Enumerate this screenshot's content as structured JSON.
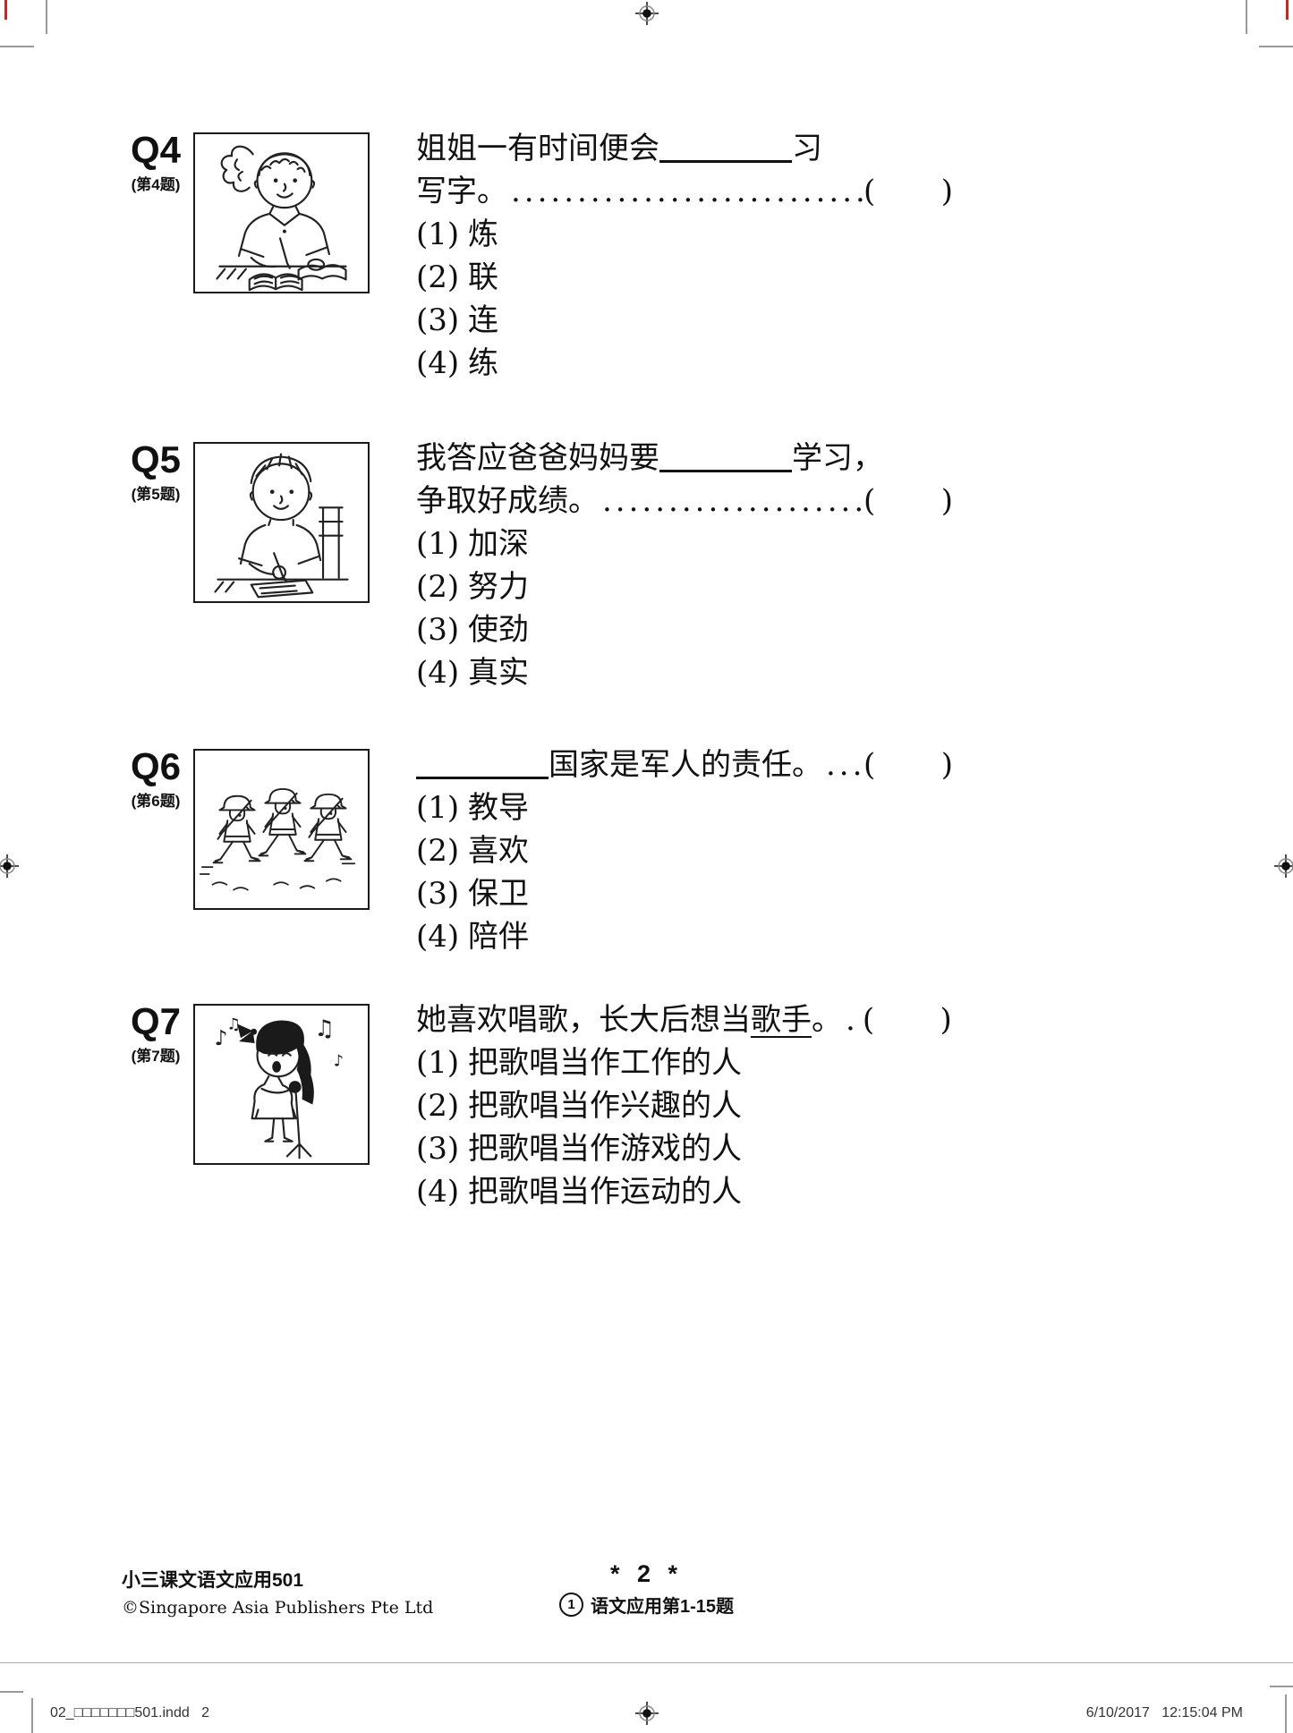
{
  "answer_bracket": {
    "open": "(",
    "close": ")"
  },
  "questions": {
    "q4": {
      "label": "Q4",
      "sub": "(第4题)",
      "alt": "girl with ponytail writing in open books at a desk",
      "line1_pre": "姐姐一有时间便会",
      "line1_post": "习",
      "line2": "写字。",
      "dots": "..........................................................",
      "options": [
        {
          "num": "(1)",
          "text": "炼"
        },
        {
          "num": "(2)",
          "text": "联"
        },
        {
          "num": "(3)",
          "text": "连"
        },
        {
          "num": "(4)",
          "text": "练"
        }
      ]
    },
    "q5": {
      "label": "Q5",
      "sub": "(第5题)",
      "alt": "boy sitting on a chair writing on paper at a desk",
      "line1_pre": "我答应爸爸妈妈要",
      "line1_post": "学习，",
      "line2": "争取好成绩。",
      "dots": "........................................",
      "options": [
        {
          "num": "(1)",
          "text": "加深"
        },
        {
          "num": "(2)",
          "text": "努力"
        },
        {
          "num": "(3)",
          "text": "使劲"
        },
        {
          "num": "(4)",
          "text": "真实"
        }
      ]
    },
    "q6": {
      "label": "Q6",
      "sub": "(第6题)",
      "alt": "three soldiers with helmets and rifles marching",
      "line1_post": "国家是军人的责任。",
      "dots": ".......",
      "options": [
        {
          "num": "(1)",
          "text": "教导"
        },
        {
          "num": "(2)",
          "text": "喜欢"
        },
        {
          "num": "(3)",
          "text": "保卫"
        },
        {
          "num": "(4)",
          "text": "陪伴"
        }
      ]
    },
    "q7": {
      "label": "Q7",
      "sub": "(第7题)",
      "alt": "girl with a bow in her hair singing into a standing microphone with music notes",
      "line1_pre": "她喜欢唱歌，长大后想当",
      "underlined": "歌手",
      "line1_post": "。",
      "dots": ".",
      "options": [
        {
          "num": "(1)",
          "text": "把歌唱当作工作的人"
        },
        {
          "num": "(2)",
          "text": "把歌唱当作兴趣的人"
        },
        {
          "num": "(3)",
          "text": "把歌唱当作游戏的人"
        },
        {
          "num": "(4)",
          "text": "把歌唱当作运动的人"
        }
      ]
    }
  },
  "footer": {
    "book_title": "小三课文语文应用501",
    "copyright": "©Singapore Asia Publishers Pte Ltd",
    "page_number": "* 2 *",
    "section_circle": "1",
    "section_ref": "语文应用第1-15题"
  },
  "slug": {
    "filename": "02_□□□□□□□501.indd   2",
    "datetime": "6/10/2017   12:15:04 PM"
  }
}
